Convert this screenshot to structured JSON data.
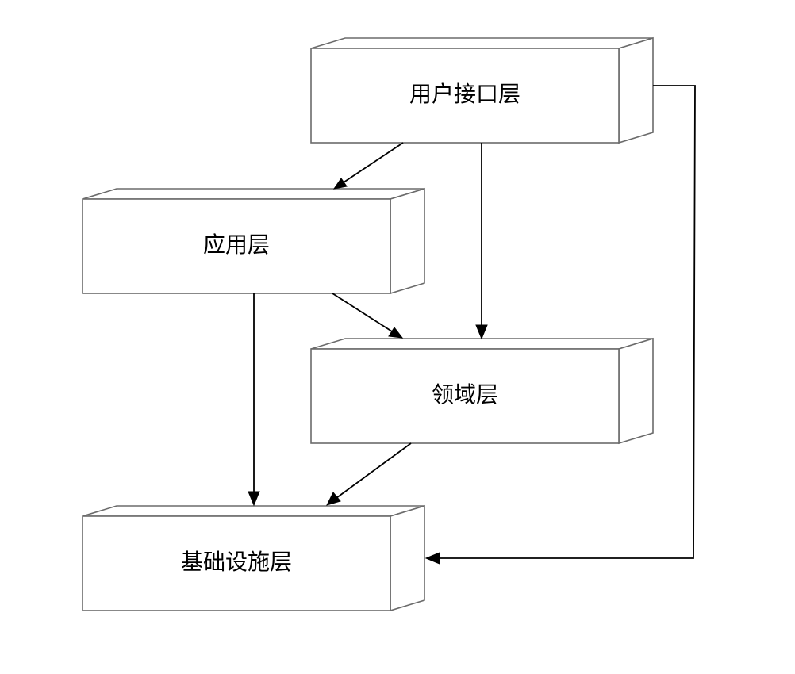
{
  "layers": {
    "ui": "用户接口层",
    "application": "应用层",
    "domain": "领域层",
    "infrastructure": "基础设施层"
  },
  "edges": [
    {
      "from": "ui",
      "to": "application"
    },
    {
      "from": "ui",
      "to": "domain"
    },
    {
      "from": "ui",
      "to": "infrastructure"
    },
    {
      "from": "application",
      "to": "domain"
    },
    {
      "from": "application",
      "to": "infrastructure"
    },
    {
      "from": "domain",
      "to": "infrastructure"
    }
  ]
}
